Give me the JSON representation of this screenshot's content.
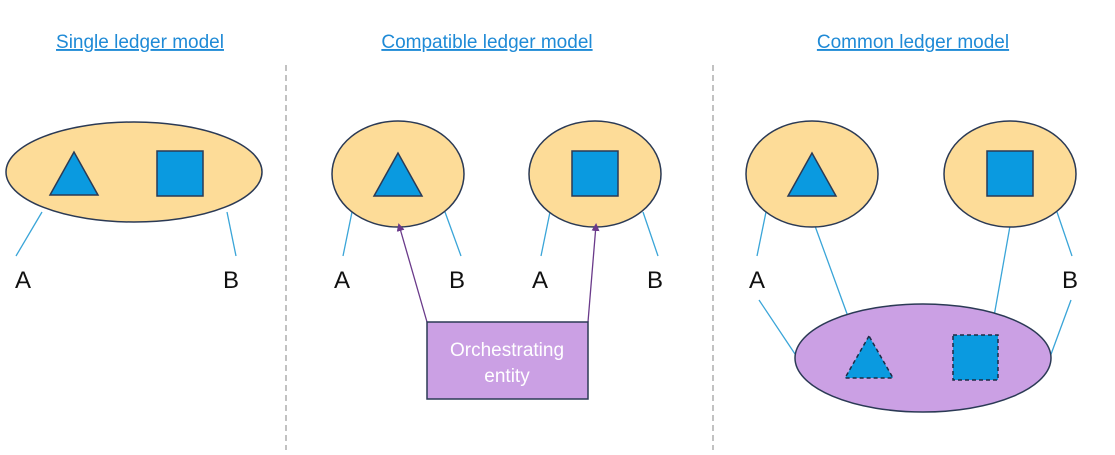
{
  "colors": {
    "ledger_fill": "#fddc98",
    "common_ledger_fill": "#cba0e4",
    "shape_fill": "#0a9ae0",
    "outline": "#2b3a55",
    "connector": "#3aa5d8",
    "arrow": "#6a3a8a",
    "divider": "#9a9a9a",
    "link": "#1f8ad6",
    "label_text": "#111111",
    "box_text": "#ffffff"
  },
  "panels": {
    "single": {
      "title": "Single ledger model",
      "left_party": "A",
      "right_party": "B"
    },
    "compatible": {
      "title": "Compatible ledger model",
      "ledger1_left_party": "A",
      "ledger1_right_party": "B",
      "ledger2_left_party": "A",
      "ledger2_right_party": "B",
      "orchestrator_line1": "Orchestrating",
      "orchestrator_line2": "entity"
    },
    "common": {
      "title": "Common ledger model",
      "left_party": "A",
      "right_party": "B"
    }
  },
  "icons": {
    "triangle": "triangle-asset-icon",
    "square": "square-asset-icon",
    "triangle_copy": "triangle-asset-copy-icon",
    "square_copy": "square-asset-copy-icon"
  }
}
